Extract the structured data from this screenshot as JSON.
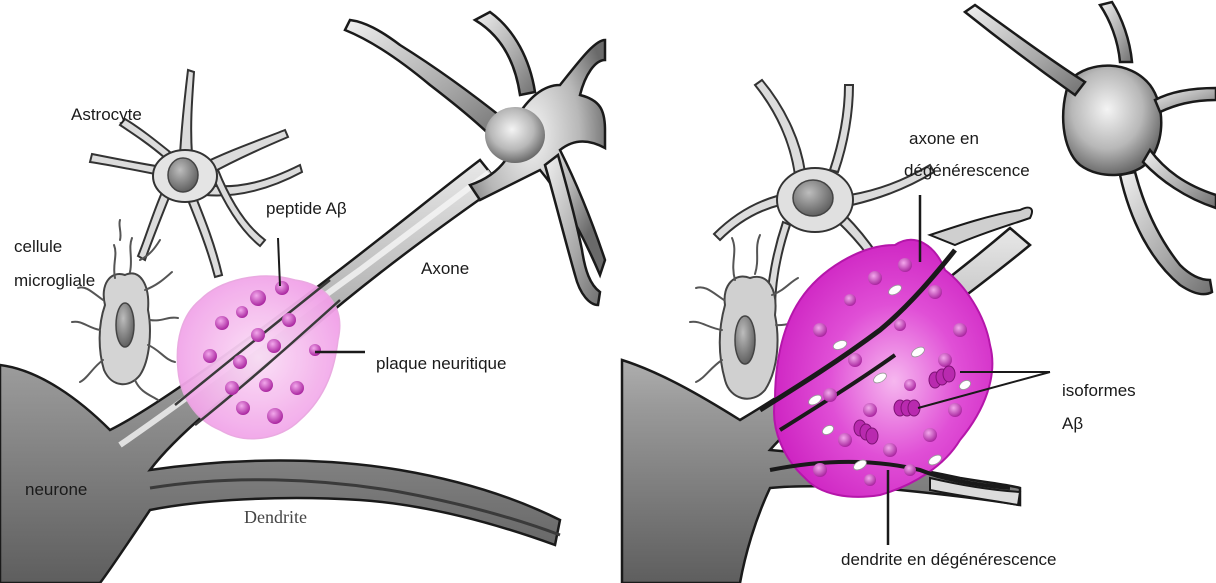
{
  "left_panel": {
    "labels": {
      "astrocyte": "Astrocyte",
      "peptide": "peptide Aβ",
      "microglia_line1": "cellule",
      "microglia_line2": "microgliale",
      "axone": "Axone",
      "plaque": "plaque neuritique",
      "neurone": "neurone",
      "dendrite": "Dendrite"
    }
  },
  "right_panel": {
    "labels": {
      "axon_degen_line1": "axone en",
      "axon_degen_line2": "dégénérescence",
      "isoformes_line1": "isoformes",
      "isoformes_line2": "Aβ",
      "dendrite_degen": "dendrite en dégénérescence"
    }
  },
  "colors": {
    "cell_dark": "#7a7a7a",
    "cell_light": "#d9d9d9",
    "plaque_light": "#f6b6ee",
    "plaque_dark": "#e040d8",
    "dot": "#c02cb5",
    "outline": "#1a1a1a"
  }
}
